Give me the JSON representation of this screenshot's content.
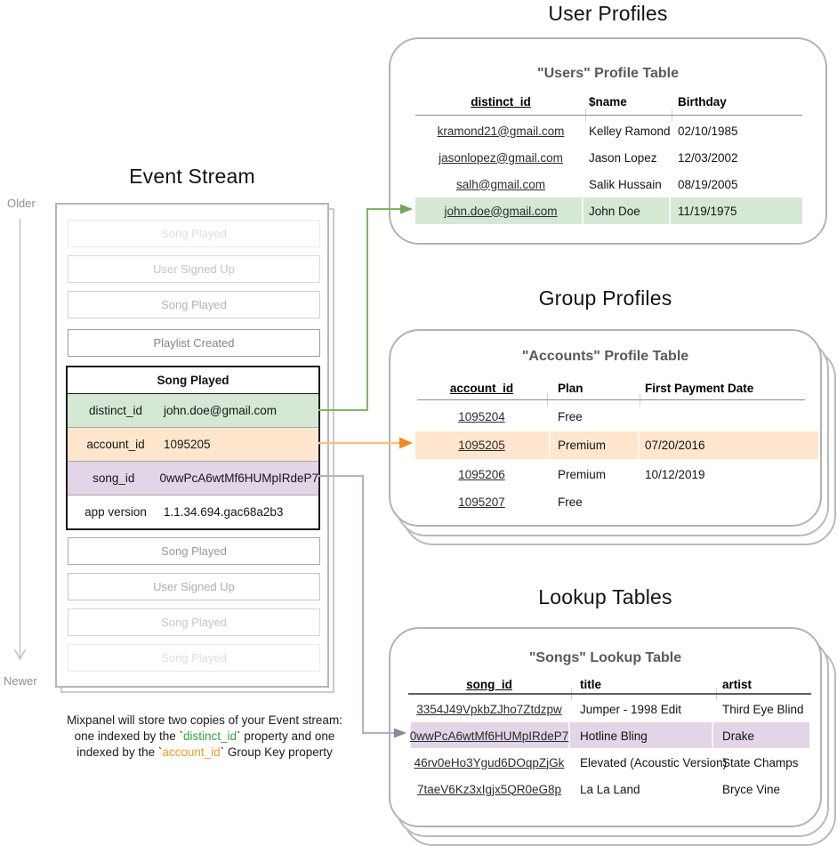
{
  "timeline": {
    "older": "Older",
    "newer": "Newer"
  },
  "event_stream": {
    "title": "Event Stream",
    "events_before": [
      "Song Played",
      "User Signed Up",
      "Song Played",
      "Playlist Created"
    ],
    "expanded_event": {
      "name": "Song Played",
      "fields": [
        {
          "key": "distinct_id",
          "value": "john.doe@gmail.com",
          "color": "#d5e8d4"
        },
        {
          "key": "account_id",
          "value": "1095205",
          "color": "#ffe6cc"
        },
        {
          "key": "song_id",
          "value": "0wwPcA6wtMf6HUMpIRdeP7",
          "color": "#e1d5e7"
        },
        {
          "key": "app version",
          "value": "1.1.34.694.gac68a2b3",
          "color": "#ffffff"
        }
      ]
    },
    "events_after": [
      "Song Played",
      "User Signed Up",
      "Song Played",
      "Song Played"
    ]
  },
  "caption": {
    "line1": "Mixpanel will store two copies of your Event stream:",
    "line2_pre": "one indexed by the `",
    "line2_code": "distinct_id",
    "line2_post": "` property and one",
    "line3_pre": "indexed by the `",
    "line3_code": "account_id",
    "line3_post": "` Group Key property"
  },
  "sections": {
    "user_profiles": {
      "title": "User Profiles",
      "card_title": "\"Users\" Profile Table",
      "columns": [
        "distinct_id",
        "$name",
        "Birthday"
      ],
      "rows": [
        [
          "kramond21@gmail.com",
          "Kelley Ramond",
          "02/10/1985"
        ],
        [
          "jasonlopez@gmail.com",
          "Jason Lopez",
          "12/03/2002"
        ],
        [
          "salh@gmail.com",
          "Salik Hussain",
          "08/19/2005"
        ],
        [
          "john.doe@gmail.com",
          "John Doe",
          "11/19/1975"
        ]
      ],
      "highlighted_row": 3,
      "highlight_color": "#d5e8d4"
    },
    "group_profiles": {
      "title": "Group Profiles",
      "card_title": "\"Accounts\" Profile Table",
      "columns": [
        "account_id",
        "Plan",
        "First Payment Date"
      ],
      "rows": [
        [
          "1095204",
          "Free",
          ""
        ],
        [
          "1095205",
          "Premium",
          "07/20/2016"
        ],
        [
          "1095206",
          "Premium",
          "10/12/2019"
        ],
        [
          "1095207",
          "Free",
          ""
        ]
      ],
      "highlighted_row": 1,
      "highlight_color": "#ffe6cc"
    },
    "lookup_tables": {
      "title": "Lookup Tables",
      "card_title": "\"Songs\" Lookup Table",
      "columns": [
        "song_id",
        "title",
        "artist"
      ],
      "rows": [
        [
          "3354J49VpkbZJho7Ztdzpw",
          "Jumper - 1998 Edit",
          "Third Eye Blind"
        ],
        [
          "0wwPcA6wtMf6HUMpIRdeP7",
          "Hotline Bling",
          "Drake"
        ],
        [
          "46rv0eHo3Ygud6DOqpZjGk",
          "Elevated (Acoustic Version)",
          "State Champs"
        ],
        [
          "7taeV6Kz3xIgjx5QR0eG8p",
          "La La Land",
          "Bryce Vine"
        ]
      ],
      "highlighted_row": 1,
      "highlight_color": "#e1d5e7"
    }
  },
  "colors": {
    "green_fill": "#d5e8d4",
    "orange_fill": "#ffe6cc",
    "purple_fill": "#e1d5e7",
    "green_arrow": "#82b366",
    "orange_arrow_line": "#f3c488",
    "orange_arrow_head": "#f18c1d",
    "purple_arrow_line": "#b9adc6",
    "purple_arrow_head": "#8f8698",
    "code_green": "#35a047",
    "code_orange": "#f29d23",
    "card_border": "#b3b3b3"
  }
}
